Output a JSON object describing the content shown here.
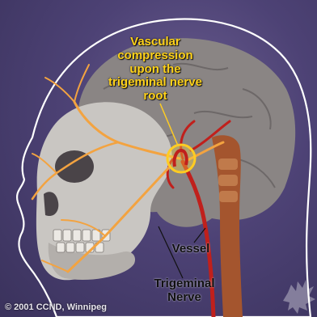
{
  "image": {
    "labels": {
      "compression": [
        "Vascular",
        "compression",
        "upon the",
        "trigeminal nerve",
        "root"
      ],
      "vessel": "Vessel",
      "nerve": [
        "Trigeminal",
        "Nerve"
      ]
    },
    "copyright": "© 2001 CCND, Winnipeg",
    "colors": {
      "background": "#4d4275",
      "outline": "#ffffff",
      "skull": "#c9c6c2",
      "brain": "#8a8584",
      "nerve": "#f3a340",
      "vessel": "#c0201c",
      "highlight": "#ffcc22",
      "caption_highlight": "#ffd21a",
      "caption_dark": "#101010",
      "spine": "#a4552e"
    }
  }
}
